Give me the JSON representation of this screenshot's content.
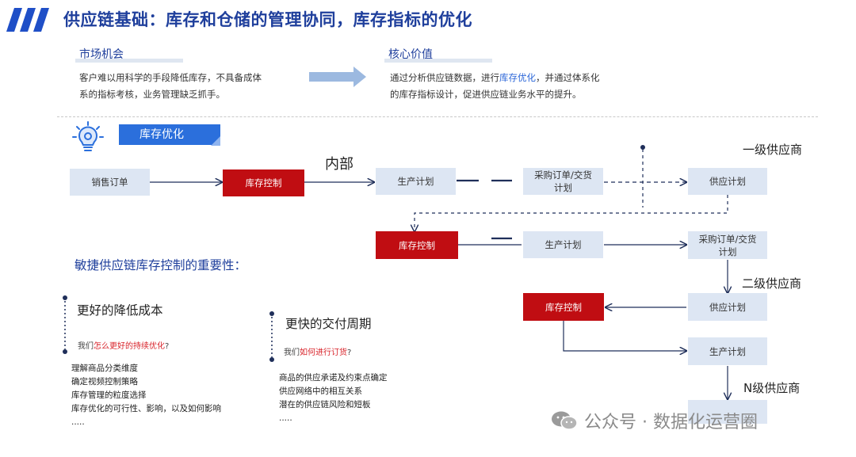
{
  "title": "供应链基础：库存和仓储的管理协同，库存指标的优化",
  "market": {
    "heading": "市场机会",
    "line1": "客户难以用科学的手段降低库存，不具备成体",
    "line2": "系的指标考核，业务管理缺乏抓手。"
  },
  "core": {
    "heading": "核心价值",
    "line1_a": "通过分析供应链数据，进行",
    "line1_hl": "库存优化",
    "line1_b": "，并通过体系化",
    "line2": "的库存指标设计，促进供应链业务水平的提升。"
  },
  "banner": "库存优化",
  "flow": {
    "sales_order": "销售订单",
    "inventory_control": "库存控制",
    "internal": "内部",
    "production_plan": "生产计划",
    "purchase_order_l1": "采购订单/交货",
    "purchase_order_l2": "计划",
    "supply_plan": "供应计划",
    "tier1": "一级供应商",
    "tier2": "二级供应商",
    "tierN": "N级供应商"
  },
  "importance": {
    "heading": "敏捷供应链库存控制的重要性：",
    "col1": {
      "title": "更好的降低成本",
      "q_a": "我们",
      "q_hl": "怎么更好的持续优化",
      "q_b": "?",
      "items": [
        "理解商品分类维度",
        "确定视频控制策略",
        "库存管理的粒度选择",
        "库存优化的可行性、影响，以及如何影响",
        "....."
      ]
    },
    "col2": {
      "title": "更快的交付周期",
      "q_a": "我们",
      "q_hl": "如何进行订货",
      "q_b": "?",
      "items": [
        "商品的供应承诺及约束点确定",
        "供应网络中的相互关系",
        "潜在的供应链风险和短板",
        "....."
      ]
    }
  },
  "watermark": "公众号 · 数据化运营圈",
  "colors": {
    "title_blue": "#1f3f9c",
    "accent_blue": "#2b6fdc",
    "control_red": "#c00d12",
    "box_bg": "#dde6f3"
  }
}
